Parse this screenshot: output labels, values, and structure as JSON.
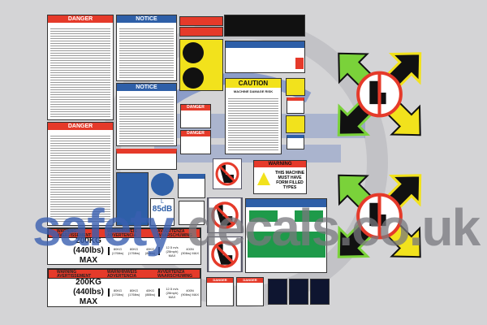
{
  "watermark": {
    "part1": "safety",
    "part2": "decals.co.uk"
  },
  "danger_panels": [
    {
      "title": "DANGER"
    },
    {
      "title": "DANGER"
    }
  ],
  "notice_panels": [
    {
      "title": "NOTICE"
    },
    {
      "title": "NOTICE"
    }
  ],
  "small_danger_labels": [
    "DANGER",
    "DANGER"
  ],
  "caution": {
    "title": "CAUTION",
    "subtitle": "MACHINE DAMAGE RISK"
  },
  "warning_form": {
    "title": "WARNING",
    "text": "THIS MACHINE MUST HAVE FORM FILLED TYPES"
  },
  "noise": {
    "level": "85dB",
    "letter": "L"
  },
  "load_warnings": [
    {
      "headers": [
        "WARNING AVERTISSEMENT",
        "WARNHINWEIS ADVERTENCIA",
        "AVVERTENZA WAARSCHUWING"
      ],
      "capacity": "200KG",
      "capacity_lbs": "(440lbs)",
      "max": "MAX",
      "persons": [
        "80KG (176lbs)",
        "80KG (176lbs)",
        "40KG (88lbs)"
      ],
      "wind": "12.5 m/s (28mph) MAX",
      "force": "400N (90lbs) MAX"
    },
    {
      "headers": [
        "WARNING AVERTISSEMENT",
        "WARNHINWEIS ADVERTENCIA",
        "AVVERTENZA WAARSCHUWING"
      ],
      "capacity": "200KG",
      "capacity_lbs": "(440lbs)",
      "max": "MAX",
      "persons": [
        "80KG (176lbs)",
        "80KG (176lbs)",
        "40KG (88lbs)"
      ],
      "wind": "12.5 m/s (28mph) MAX",
      "force": "400N (90lbs) MAX"
    }
  ],
  "bottom_danger_labels": [
    "DANGER",
    "DANGER"
  ],
  "colors": {
    "danger_red": "#e53a2a",
    "notice_blue": "#2e5fa8",
    "caution_yellow": "#f2e21c",
    "arrow_green": "#7ad23a",
    "arrow_yellow": "#f2e21c",
    "watermark_blue": "#3a5fb0",
    "watermark_gray": "#8a8a8e"
  }
}
